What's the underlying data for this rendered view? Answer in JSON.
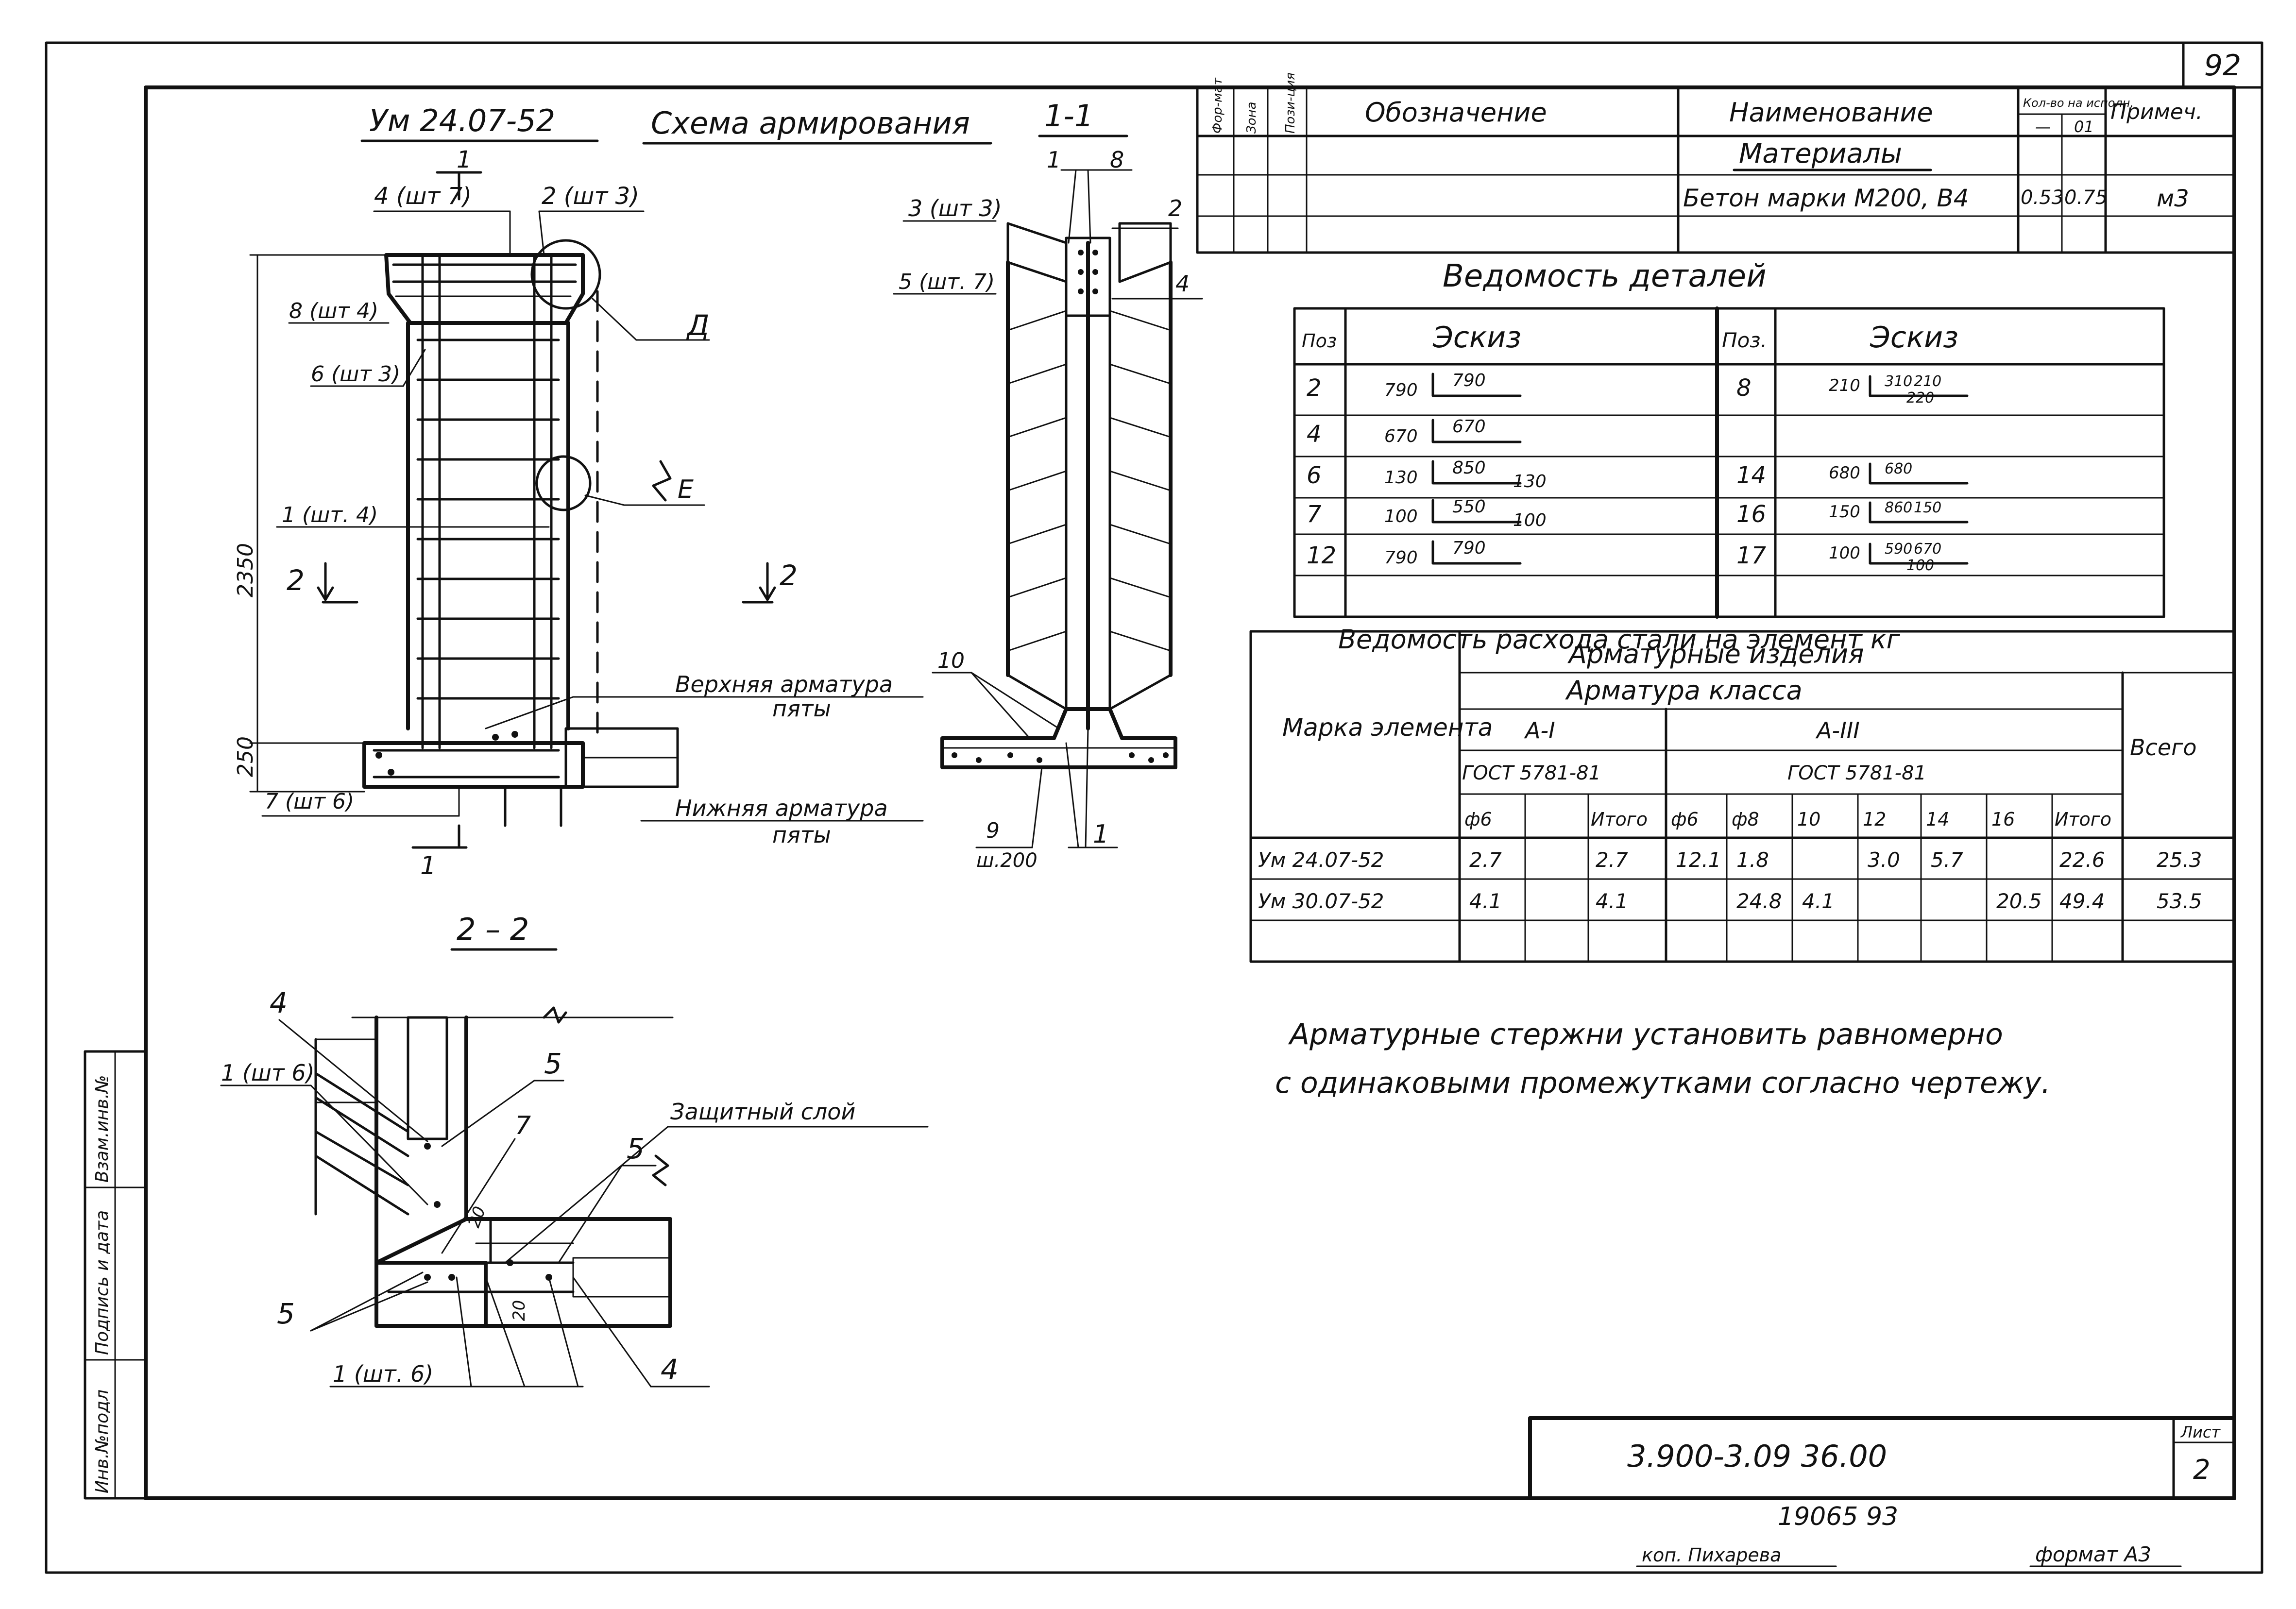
{
  "sheet": {
    "page_number": "92",
    "title_mark": "Ум 24.07-52",
    "title_text": "Схема армирования",
    "doc_code": "3.900-3.09 36.00",
    "list_label": "Лист",
    "list_number": "2",
    "archive_number": "19065  93",
    "copy_note": "коп. Пихарева",
    "format": "формат А3",
    "side_labels": [
      "Инв.№подл",
      "Подпись и дата",
      "Взам.инв.№"
    ]
  },
  "spec": {
    "headers": [
      "Фор-мат",
      "Зона",
      "Пози-ция",
      "Обозначение",
      "Наименование",
      "Кол-во на исполн.",
      "Примеч."
    ],
    "qty_sub": [
      "—",
      "01"
    ],
    "section": "Материалы",
    "row_name": "Бетон марки М200, В4",
    "row_qty1": "0.53",
    "row_qty2": "0.75",
    "row_note": "м3"
  },
  "details": {
    "title": "Ведомость   деталей",
    "col_pos": "Поз",
    "col_sketch": "Эскиз",
    "col_pos2": "Поз.",
    "col_sketch2": "Эскиз",
    "left": [
      {
        "pos": "2",
        "a": "790",
        "b": "790",
        "c": ""
      },
      {
        "pos": "4",
        "a": "670",
        "b": "670",
        "c": ""
      },
      {
        "pos": "6",
        "a": "130",
        "b": "850",
        "c": "130"
      },
      {
        "pos": "7",
        "a": "100",
        "b": "550",
        "c": "100"
      },
      {
        "pos": "12",
        "a": "790",
        "b": "790",
        "c": ""
      }
    ],
    "right": [
      {
        "pos": "8",
        "a": "210",
        "b": "310",
        "c": "210",
        "d": "220"
      },
      {
        "pos": "",
        "a": "",
        "b": "",
        "c": "",
        "d": ""
      },
      {
        "pos": "14",
        "a": "680",
        "b": "680",
        "c": "",
        "d": ""
      },
      {
        "pos": "16",
        "a": "150",
        "b": "860",
        "c": "150",
        "d": ""
      },
      {
        "pos": "17",
        "a": "100",
        "b": "590",
        "c": "670",
        "d": "100"
      }
    ]
  },
  "steel": {
    "title": "Ведомость расхода стали на элемент кг",
    "h_products": "Арматурные изделия",
    "h_class": "Арматура класса",
    "h_mark": "Марка элемента",
    "h_a1": "А-I",
    "h_a3": "А-III",
    "h_gost1": "ГОСТ 5781-81",
    "h_gost2": "ГОСТ 5781-81",
    "h_total": "Всего",
    "cols": [
      "ф6",
      "",
      "Итого",
      "ф6",
      "ф8",
      "10",
      "12",
      "14",
      "16",
      "Итого"
    ],
    "rows": [
      {
        "mark": "Ум 24.07-52",
        "v": [
          "2.7",
          "",
          "2.7",
          "12.1",
          "1.8",
          "",
          "3.0",
          "5.7",
          "",
          "22.6"
        ],
        "total": "25.3"
      },
      {
        "mark": "Ум 30.07-52",
        "v": [
          "4.1",
          "",
          "4.1",
          "",
          "24.8",
          "4.1",
          "",
          "",
          "20.5",
          "49.4"
        ],
        "total": "53.5"
      }
    ]
  },
  "note": {
    "line1": "Арматурные стержни установить равномерно",
    "line2": "с одинаковыми   промежутками согласно чертежу."
  },
  "elevation": {
    "dim_total": "2350",
    "dim_base": "250",
    "cut_mark": "1",
    "lbl_4": "4 (шт 7)",
    "lbl_2": "2 (шт 3)",
    "lbl_8": "8 (шт 4)",
    "lbl_6": "6 (шт 3)",
    "lbl_1": "1 (шт. 4)",
    "lbl_7": "7 (шт 6)",
    "lbl_D": "Д",
    "lbl_E": "Е",
    "sec2_left": "2",
    "sec2_right": "2",
    "upper_reinf": "Верхняя арматура",
    "upper_reinf2": "пяты",
    "lower_reinf": "Нижняя арматура",
    "lower_reinf2": "пяты"
  },
  "section11": {
    "title": "1-1",
    "n1": "1",
    "n8": "8",
    "lbl_3": "3 (шт 3)",
    "n2": "2",
    "lbl_5": "5 (шт. 7)",
    "n4": "4",
    "n10": "10",
    "n9": "9",
    "sh200": "ш.200",
    "n1b": "1"
  },
  "section22": {
    "title": "2 – 2",
    "n4": "4",
    "lbl_1": "1 (шт 6)",
    "n5a": "5",
    "n7": "7",
    "prot": "Защитный слой",
    "n5b": "5",
    "n20a": "20",
    "n20b": "20",
    "n5c": "5",
    "lbl_1b": "1 (шт. 6)",
    "n4b": "4"
  }
}
